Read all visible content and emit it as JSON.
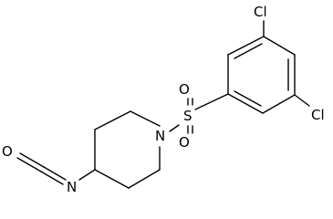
{
  "molecule": {
    "atoms": {
      "cl_top": "Cl",
      "cl_right": "Cl",
      "sulfur": "S",
      "oxygen_top": "O",
      "oxygen_bottom": "O",
      "nitrogen_ring": "N",
      "nitrogen_isocyanate": "N",
      "oxygen_isocyanate": "O"
    }
  },
  "colors": {
    "bond": "#000000",
    "label": "#000000",
    "background": "#ffffff"
  }
}
